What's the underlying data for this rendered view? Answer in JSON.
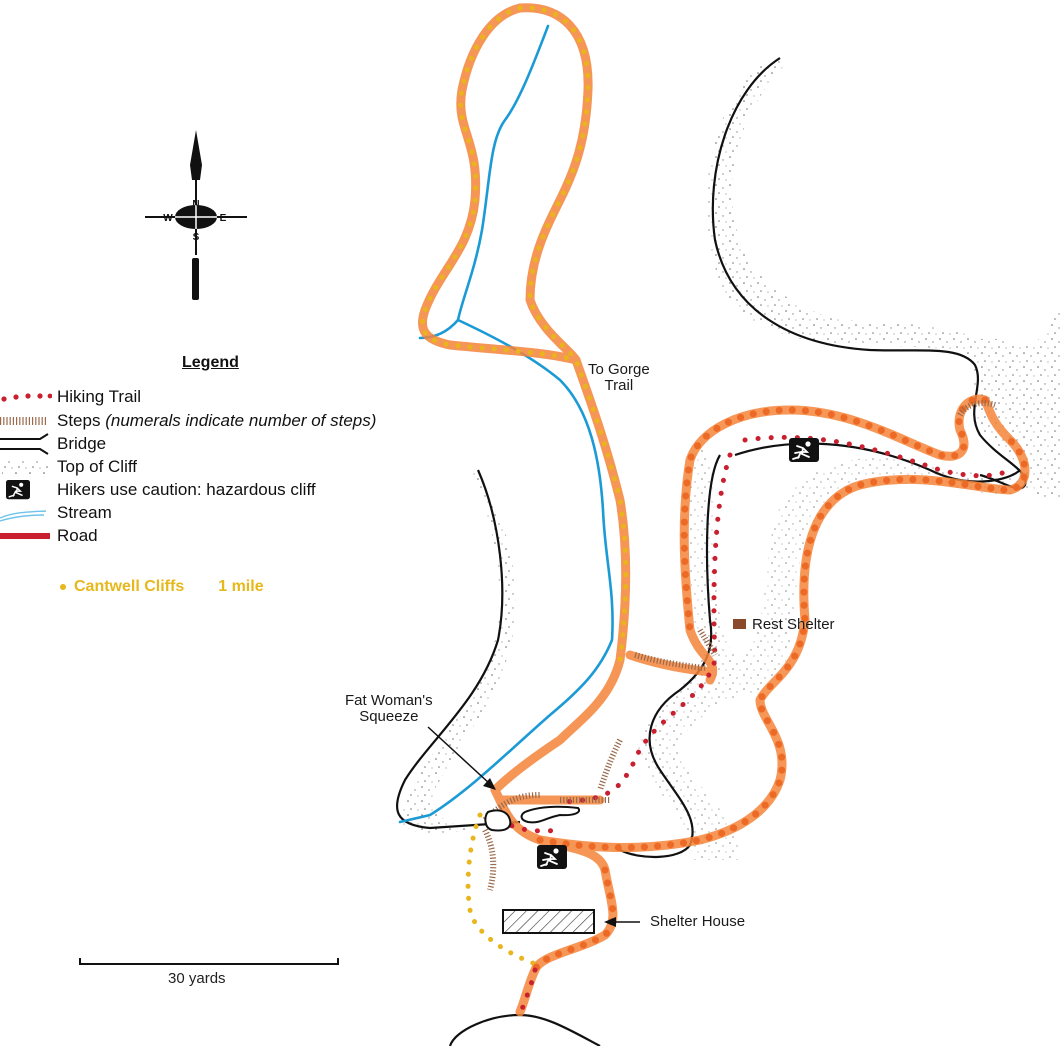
{
  "map": {
    "compass": {
      "n": "N",
      "s": "S",
      "e": "E",
      "w": "W"
    },
    "labels": {
      "to_gorge_trail": [
        "To Gorge",
        "Trail"
      ],
      "rest_shelter": "Rest Shelter",
      "fat_womans_squeeze": [
        "Fat Woman's",
        "Squeeze"
      ],
      "shelter_house": "Shelter House"
    },
    "scale_bar": {
      "label": "30 yards"
    },
    "colors": {
      "hiking_trail": "#c8202f",
      "trail_highlight": "#f4843a",
      "cantwell_dots": "#e9b51c",
      "stream": "#1b9ad6",
      "road": "#c8202f",
      "cliff_line": "#111111",
      "rest_shelter": "#8a4a2a"
    }
  },
  "legend": {
    "title": "Legend",
    "items": [
      {
        "symbol": "hiking-trail",
        "label": "Hiking Trail"
      },
      {
        "symbol": "steps",
        "label": "Steps",
        "note": "(numerals indicate number of steps)"
      },
      {
        "symbol": "bridge",
        "label": "Bridge"
      },
      {
        "symbol": "top-of-cliff",
        "label": "Top of Cliff"
      },
      {
        "symbol": "hazard",
        "label": "Hikers use caution: hazardous cliff"
      },
      {
        "symbol": "stream",
        "label": "Stream"
      },
      {
        "symbol": "road",
        "label": "Road"
      }
    ],
    "trail_key": {
      "name": "Cantwell Cliffs",
      "distance": "1 mile"
    }
  }
}
